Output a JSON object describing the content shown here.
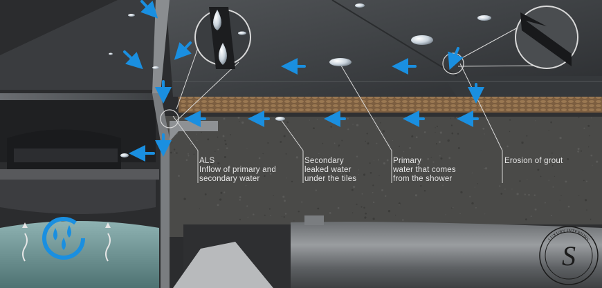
{
  "labels": {
    "als": {
      "lines": [
        "ALS",
        "Inflow of primary and",
        "secondary water"
      ]
    },
    "secondary": {
      "lines": [
        "Secondary",
        "leaked water",
        "under the tiles"
      ]
    },
    "primary": {
      "lines": [
        "Primary",
        "water that comes",
        "from the shower"
      ]
    },
    "grout": {
      "lines": [
        "Erosion  of grout"
      ]
    }
  },
  "logo": {
    "text": "LUXURY INTERIORS",
    "monogram": "S"
  },
  "colors": {
    "arrow": "#1a8fe0",
    "text": "#e6e6e6",
    "leader": "#d9d9d9",
    "grout": "#8a6a48",
    "screed": "#4a4a48"
  }
}
